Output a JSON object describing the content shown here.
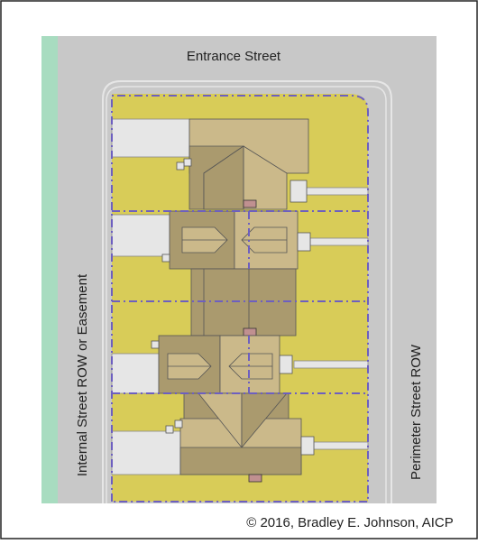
{
  "labels": {
    "top_street": "Entrance Street",
    "left_street": "Internal Street ROW or Easement",
    "right_street": "Perimeter Street ROW",
    "copyright": "© 2016, Bradley E. Johnson, AICP"
  },
  "colors": {
    "street": "#c8c8c8",
    "lot": "#d8cc58",
    "green_strip": "#a8dcc0",
    "building_tan": "#cbb98a",
    "building_dark": "#aa9a6e",
    "driveway": "#e6e6e6",
    "lot_line": "#6d5fc0"
  }
}
